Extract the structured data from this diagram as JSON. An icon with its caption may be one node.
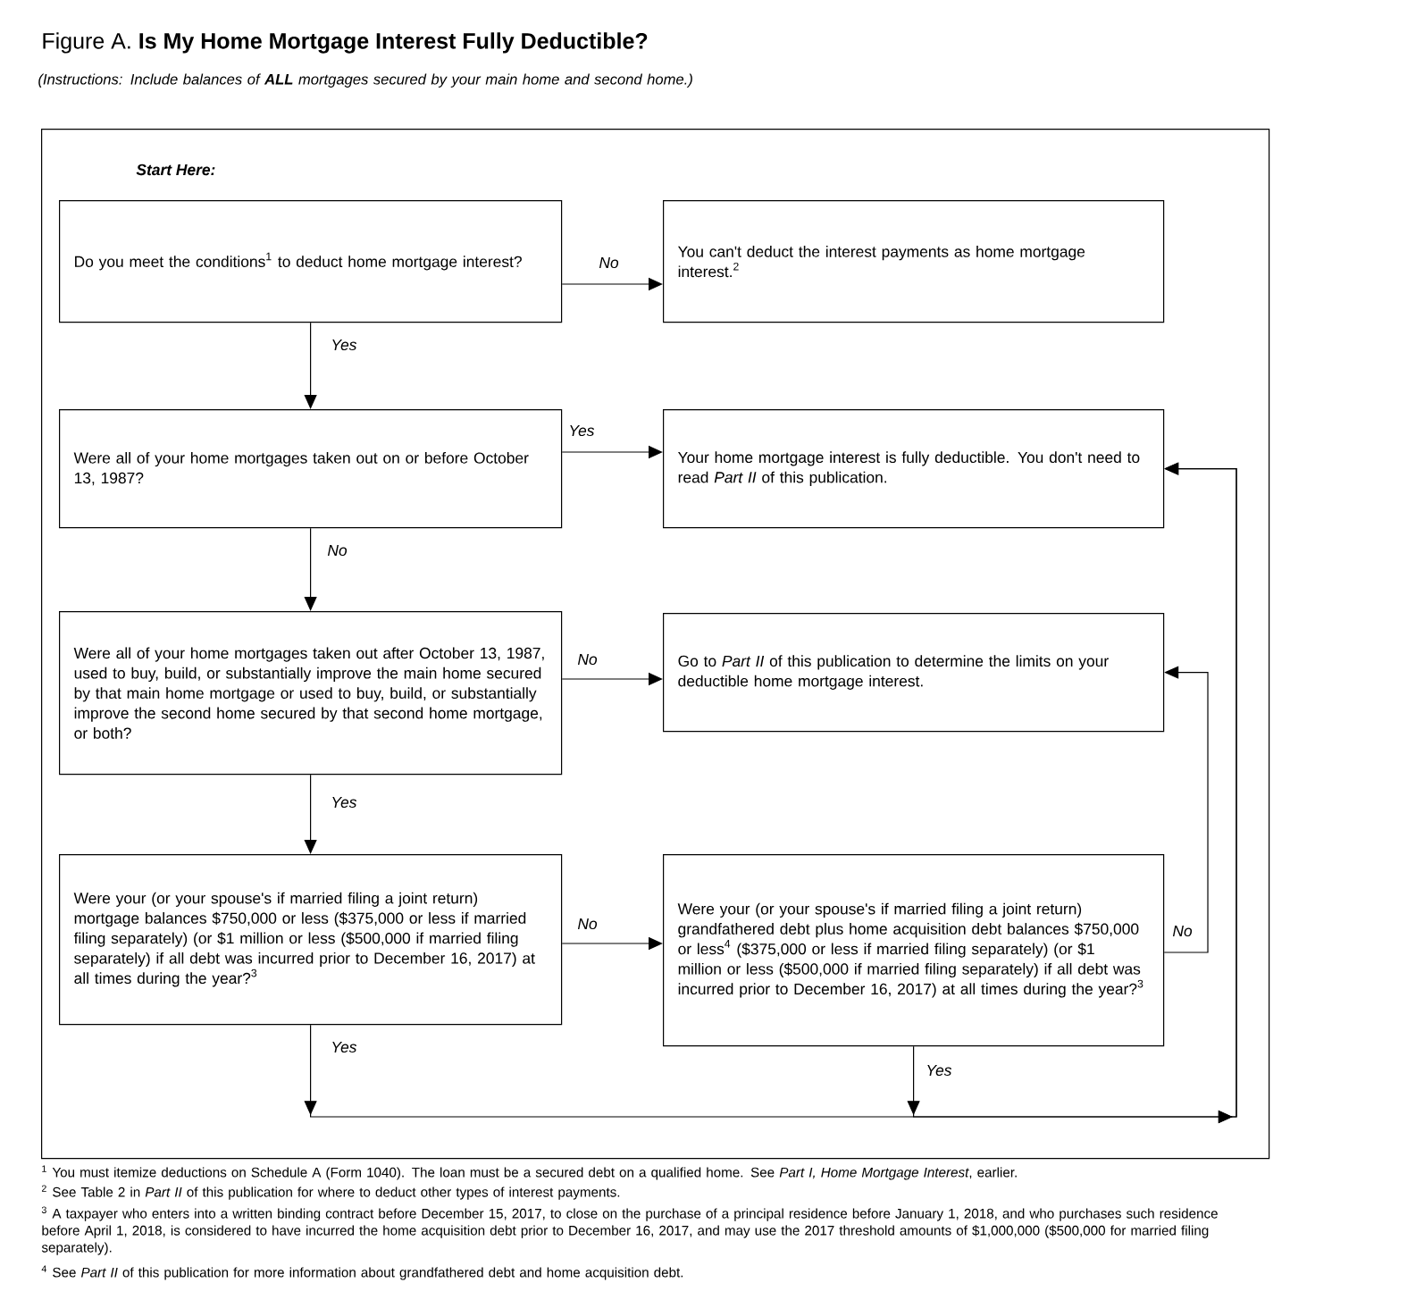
{
  "diagram": {
    "title": "Figure A. **Is My Home Mortgage Interest Fully Deductible?**",
    "nodes": [
      {
        "text": [
          "Start Here:"
        ]
      },
      {
        "text": [
          "Do you meet the conditions$^{1}$ to deduct home mortgage interest?"
        ],
        "in": 0
      },
      {
        "text": [
          "You can't deduct the interest payments as home mortgage interest.$^{2}$"
        ],
        "in": 0
      },
      {
        "text": [
          "Were all of your home mortgages taken out on or before October 13, 1987?"
        ],
        "in": 0
      },
      {
        "text": [
          "Your home mortgage interest is fully deductible. You don't need to read *Part II* of this publication."
        ],
        "in": 0
      },
      {
        "text": [
          "Were all of your home mortgages taken out after October 13, 1987, used to buy, build, or substantially improve the main home secured by that main home mortgage or used to buy, build, or substantially improve the second home secured by that second home mortgage, or both?"
        ],
        "in": 0
      },
      {
        "text": [
          "Go to *Part II* of this publication to determine the limits on your deductible home mortgage interest."
        ],
        "in": 0
      },
      {
        "text": [
          "Were your (or your spouse's if married filing a joint return) mortgage balances $750,000 or less ($375,000 or less if married filing separately) (or $1 million or less ($500,000 if married filing separately) if all debt was incurred prior to December 16, 2017) at all times during the year?$^{3}$"
        ],
        "in": 0
      },
      {
        "text": [
          "Were your (or your spouse's if married filing a joint return) grandfathered debt plus home acquisition debt balances $750,000 or less$^{4}$ ($375,000 or less if married filing separately) (or $1 million or less ($500,000 if married filing separately) if all debt was incurred prior to December 16, 2017) at all times during the year?$^{3}$"
        ],
        "in": 0
      }
    ],
    "edges": [
      {
        "from": 1,
        "to": 2,
        "arrow": "to",
        "label": "No"
      },
      {
        "from": 1,
        "to": 3,
        "arrow": "to",
        "label": "Yes"
      },
      {
        "from": 3,
        "to": 4,
        "arrow": "to",
        "label": "Yes"
      },
      {
        "from": 3,
        "to": 5,
        "arrow": "to",
        "label": "No"
      },
      {
        "from": 5,
        "to": 6,
        "arrow": "to",
        "label": "No"
      },
      {
        "from": 5,
        "to": 7,
        "arrow": "to",
        "label": "Yes"
      },
      {
        "from": 7,
        "to": 8,
        "arrow": "to",
        "label": "No"
      },
      {
        "from": 8,
        "to": 6,
        "arrow": "to",
        "label": "No"
      },
      {
        "from": 7,
        "to": 4,
        "arrow": "to",
        "label": "Yes"
      },
      {
        "from": 8,
        "to": 4,
        "arrow": "to",
        "label": "Yes"
      }
    ],
    "labels": [
      "(Instructions: Include balances of **ALL** mortgages secured by your main home and second home.)",
      "$^{1}$ You must itemize deductions on Schedule A (Form 1040). The loan must be a secured debt on a qualified home. See *Part I, Home Mortgage Interest*, earlier.",
      "$^{2}$ See Table 2 in *Part II* of this publication for where to deduct other types of interest payments.",
      "$^{3}$ A taxpayer who enters into a written binding contract before December 15, 2017, to close on the purchase of a principal residence before January 1, 2018, and who purchases such residence before April 1, 2018, is considered to have incurred the home acquisition debt prior to December 16, 2017, and may use the 2017 threshold amounts of $1,000,000 ($500,000 for married filing separately).",
      "$^{4}$ See *Part II* of this publication for more information about grandfathered debt and home acquisition debt."
    ]
  }
}
